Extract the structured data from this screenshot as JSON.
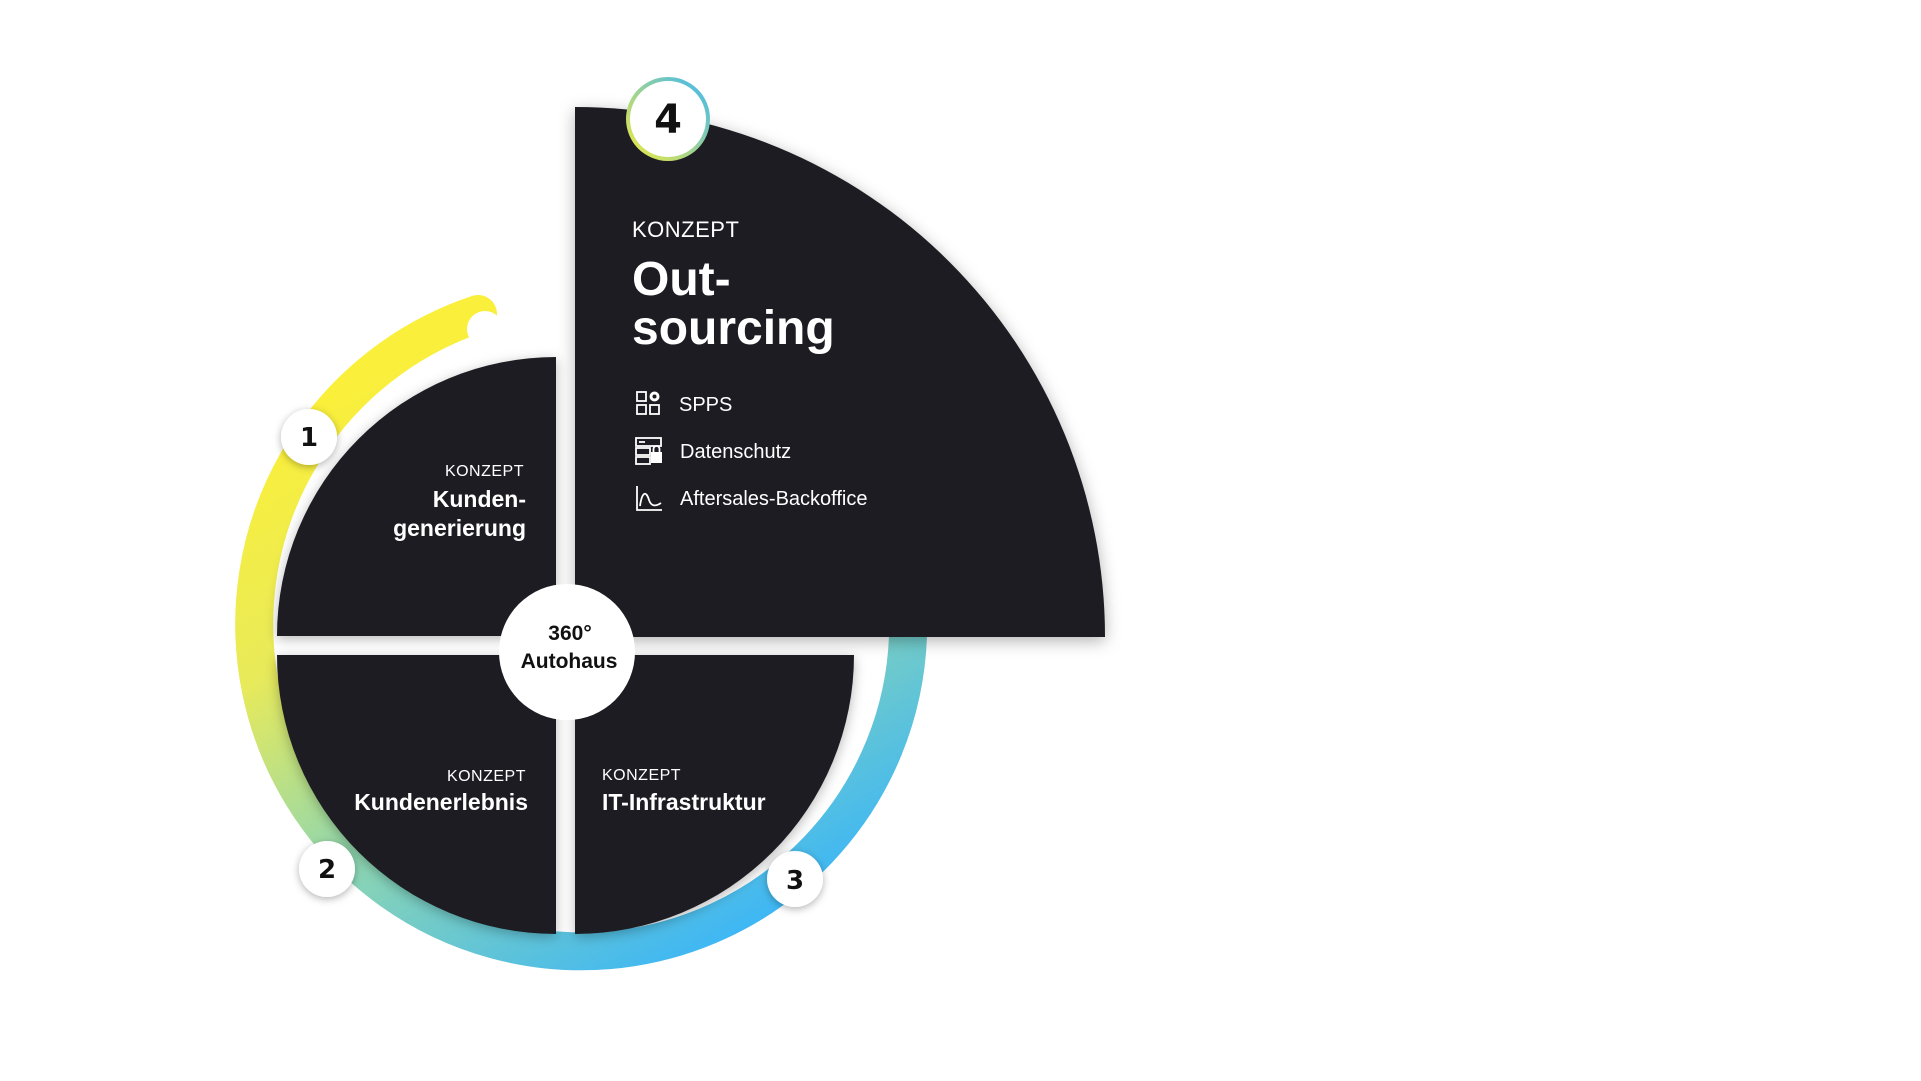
{
  "center": {
    "line1": "360°",
    "line2": "Autohaus"
  },
  "segments": [
    {
      "number": "1",
      "kicker": "KONZEPT",
      "title_line1": "Kunden-",
      "title_line2": "generierung"
    },
    {
      "number": "2",
      "kicker": "KONZEPT",
      "title": "Kundenerlebnis"
    },
    {
      "number": "3",
      "kicker": "KONZEPT",
      "title": "IT-Infrastruktur"
    },
    {
      "number": "4",
      "kicker": "KONZEPT",
      "title_line1": "Out-",
      "title_line2": "sourcing",
      "items": [
        {
          "label": "SPPS",
          "icon": "apps-gear-icon"
        },
        {
          "label": "Datenschutz",
          "icon": "server-lock-icon"
        },
        {
          "label": "Aftersales-Backoffice",
          "icon": "chart-curve-icon"
        }
      ]
    }
  ],
  "colors": {
    "segment": "#1d1e20",
    "ring_gradient": [
      "#f9ee3c",
      "#9ed9a0",
      "#4fc3f0",
      "#3ab8f5"
    ],
    "badge": "#ffffff"
  }
}
